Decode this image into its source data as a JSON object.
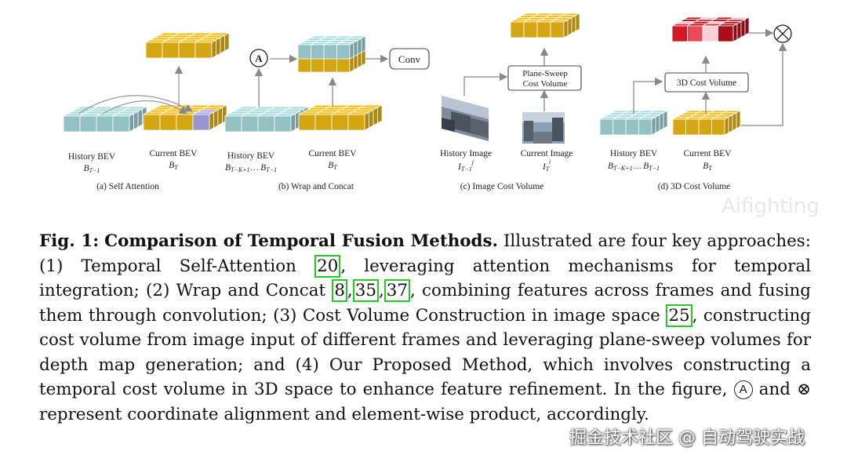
{
  "panels": {
    "a": {
      "history_label": "History BEV",
      "history_sym": "B",
      "history_sub": "T−1",
      "current_label": "Current BEV",
      "current_sym": "B",
      "current_sub": "T",
      "caption": "(a)  Self Attention"
    },
    "b": {
      "a_symbol": "A",
      "conv_label": "Conv",
      "history_label": "History BEV",
      "history_sym_range": "B",
      "history_sub_start": "T−K+1",
      "history_dots": "…",
      "history_sym_end": "B",
      "history_sub_end": "T−1",
      "current_label": "Current BEV",
      "current_sym": "B",
      "current_sub": "T",
      "caption": "(b) Wrap and Concat"
    },
    "c": {
      "sweep_line1": "Plane-Sweep",
      "sweep_line2": "Cost Volume",
      "history_label": "History Image",
      "history_sym": "I",
      "history_sub": "T−1",
      "history_sup": "j",
      "current_label": "Current Image",
      "current_sym": "I",
      "current_sub": "T",
      "current_sup": "i",
      "caption": "(c) Image Cost Volume"
    },
    "d": {
      "cost_volume_label": "3D Cost Volume",
      "history_label": "History BEV",
      "history_sym_range": "B",
      "history_sub_start": "T−K+1",
      "history_dots": "…",
      "history_sym_end": "B",
      "history_sub_end": "T−1",
      "current_label": "Current BEV",
      "current_sym": "B",
      "current_sub": "T",
      "caption": "(d) 3D Cost Volume"
    }
  },
  "caption": {
    "fig_label": "Fig. 1:",
    "title": "Comparison of Temporal Fusion Methods.",
    "p1": " Illustrated are four key approaches: (1) Temporal Self-Attention ",
    "c20": "20",
    "p2": ", leveraging attention mechanisms for temporal integration; (2) Wrap and Concat ",
    "c8": "8",
    "comma1": ",",
    "c35": "35",
    "comma2": ",",
    "c37": "37",
    "p3": ", combining features across frames and fusing them through convolution; (3) Cost Volume Construction in image space ",
    "c25": "25",
    "p4": ", constructing cost volume from image input of different frames and leveraging plane-sweep volumes for depth map generation; and (4) Our Proposed Method, which involves constructing a temporal cost volume in 3D space to enhance feature refinement. In the figure, ",
    "a_symbol": "A",
    "p5": " and ",
    "otimes": "⊗",
    "p6": " represent coordinate alignment and element-wise product, accordingly."
  },
  "watermark": {
    "text1": "掘金技术社区 @ 自动驾驶实战",
    "text2": "Aifighting"
  },
  "colors": {
    "teal": "#a8dcdf",
    "gold": "#f2bd16",
    "purple": "#a9a6e6",
    "red": "#c8141e",
    "cite_box": "#22cc22"
  }
}
